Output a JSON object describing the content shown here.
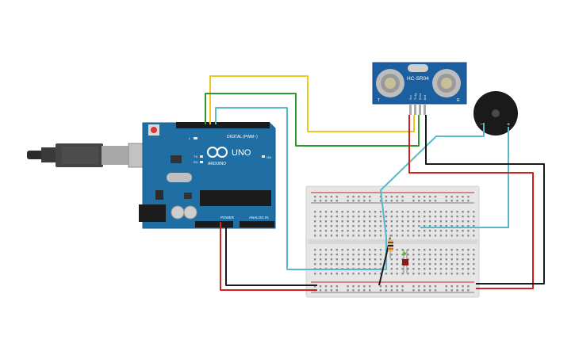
{
  "colors": {
    "background": "#ffffff",
    "arduino_board": "#1f6fa5",
    "arduino_dark": "#175a88",
    "breadboard": "#e8e8e8",
    "sensor_board": "#1c5fa0",
    "buzzer": "#1a1a1a",
    "wire_red": "#d22020",
    "wire_black": "#1a1a1a",
    "wire_yellow": "#e8c91c",
    "wire_green": "#2e9a2e",
    "wire_cyan": "#5ab9c9"
  },
  "arduino": {
    "logo_text": "UNO",
    "brand_text": "ARDUINO",
    "digital_label": "DIGITAL (PWM~)",
    "power_label": "POWER",
    "analog_label": "ANALOG IN",
    "on_label": "ON",
    "tx_label": "TX",
    "rx_label": "RX",
    "l_label": "L"
  },
  "sensor": {
    "model": "HC-SR04",
    "left_mark": "T",
    "right_mark": "R",
    "pins": [
      "Vcc",
      "Trig",
      "Echo",
      "Gnd"
    ]
  },
  "buzzer": {
    "minus": "−",
    "plus": "+"
  },
  "usb": {
    "icon": "usb-connector-icon"
  }
}
